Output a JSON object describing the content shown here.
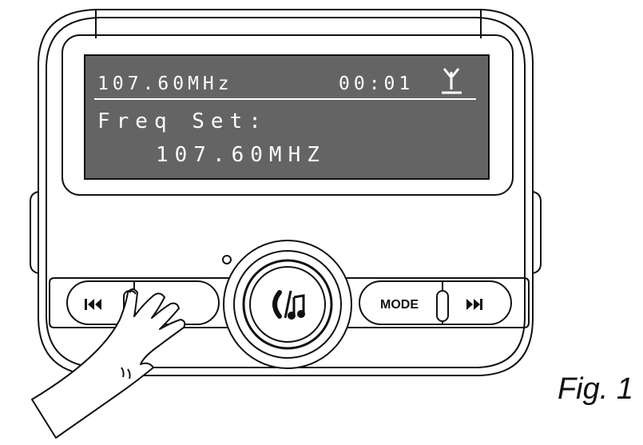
{
  "display": {
    "status_frequency": "107.60MHz",
    "timer": "00:01",
    "antenna_icon": "antenna-icon",
    "menu_title": "Freq Set:",
    "menu_value": "107.60MHZ"
  },
  "buttons": {
    "previous_icon": "previous-track-icon",
    "next_icon": "next-track-icon",
    "call_music_icon": "phone-music-icon",
    "mode_label": "MODE"
  },
  "figure_caption": "Fig. 1",
  "colors": {
    "lcd_background": "#646464",
    "outline": "#111111"
  }
}
